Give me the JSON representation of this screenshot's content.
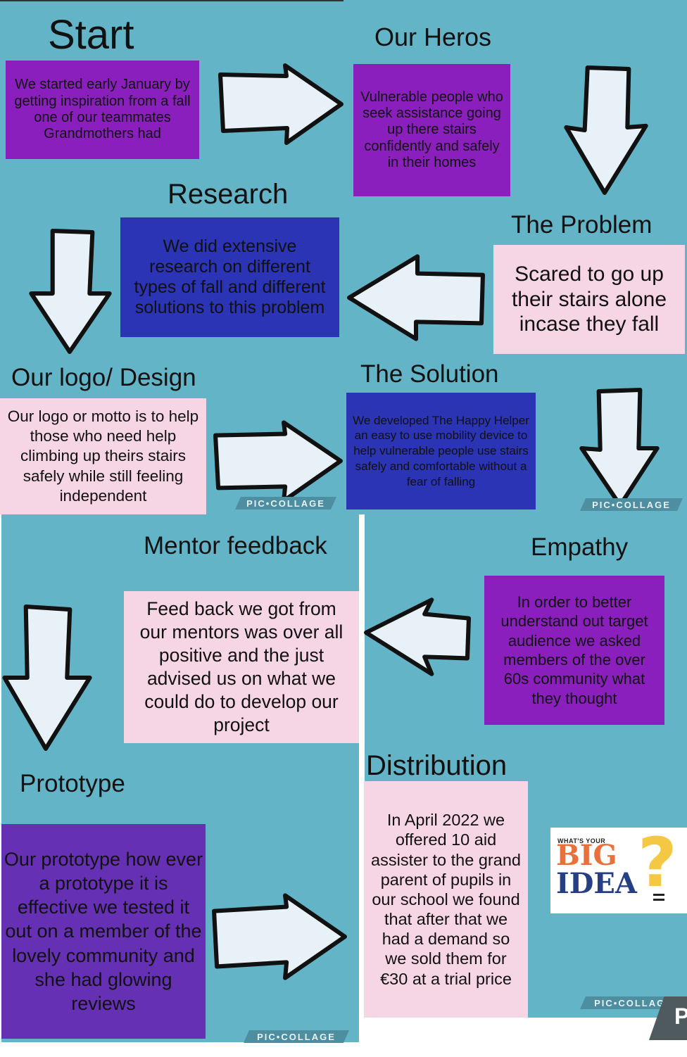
{
  "steps": {
    "start": {
      "title": "Start",
      "text": "We started early January by getting inspiration from a fall one of our teammates Grandmothers had"
    },
    "heroes": {
      "title": "Our Heros",
      "text": "Vulnerable people who seek assistance going up there stairs confidently and safely in their homes"
    },
    "research": {
      "title": "Research",
      "text": "We did extensive research on different types of fall and different solutions to this problem"
    },
    "problem": {
      "title": "The Problem",
      "text": "Scared to go up their stairs alone incase they fall"
    },
    "logo_design": {
      "title": "Our logo/ Design",
      "text": "Our logo or motto is to help those who need help climbing up theirs stairs safely while still feeling independent"
    },
    "solution": {
      "title": "The Solution",
      "text": "We developed The Happy Helper an easy to use mobility device to help vulnerable people use stairs safely and comfortable without a fear of falling"
    },
    "mentor_feedback": {
      "title": "Mentor feedback",
      "text": "Feed back we got from our mentors was over all positive and the just advised us on what we could do to develop our project"
    },
    "empathy": {
      "title": "Empathy",
      "text": "In order to better understand out target audience we asked members of the over 60s community what they thought"
    },
    "prototype": {
      "title": "Prototype",
      "text": "Our prototype how ever a prototype it is effective we tested it out on a member of the lovely community and she had glowing reviews"
    },
    "distribution": {
      "title": "Distribution",
      "text": "In April 2022 we offered 10 aid assister to the grand parent of pupils in our school we found that after that we had a demand so we sold them for €30 at a trial price"
    }
  },
  "watermark": "PIC•COLLAGE",
  "logo": {
    "small": "WHAT'S YOUR",
    "big": "BIG",
    "idea": "IDEA",
    "mark": "?"
  },
  "colors": {
    "background": "#64b4c8",
    "purple": "#8a1fbe",
    "blue": "#2a34b4",
    "pink": "#f6d6e4",
    "violet": "#6530b4",
    "arrow_fill": "#e8f1f7"
  },
  "icons": [
    "arrow-right-icon",
    "arrow-down-icon",
    "arrow-left-icon",
    "big-idea-logo"
  ]
}
